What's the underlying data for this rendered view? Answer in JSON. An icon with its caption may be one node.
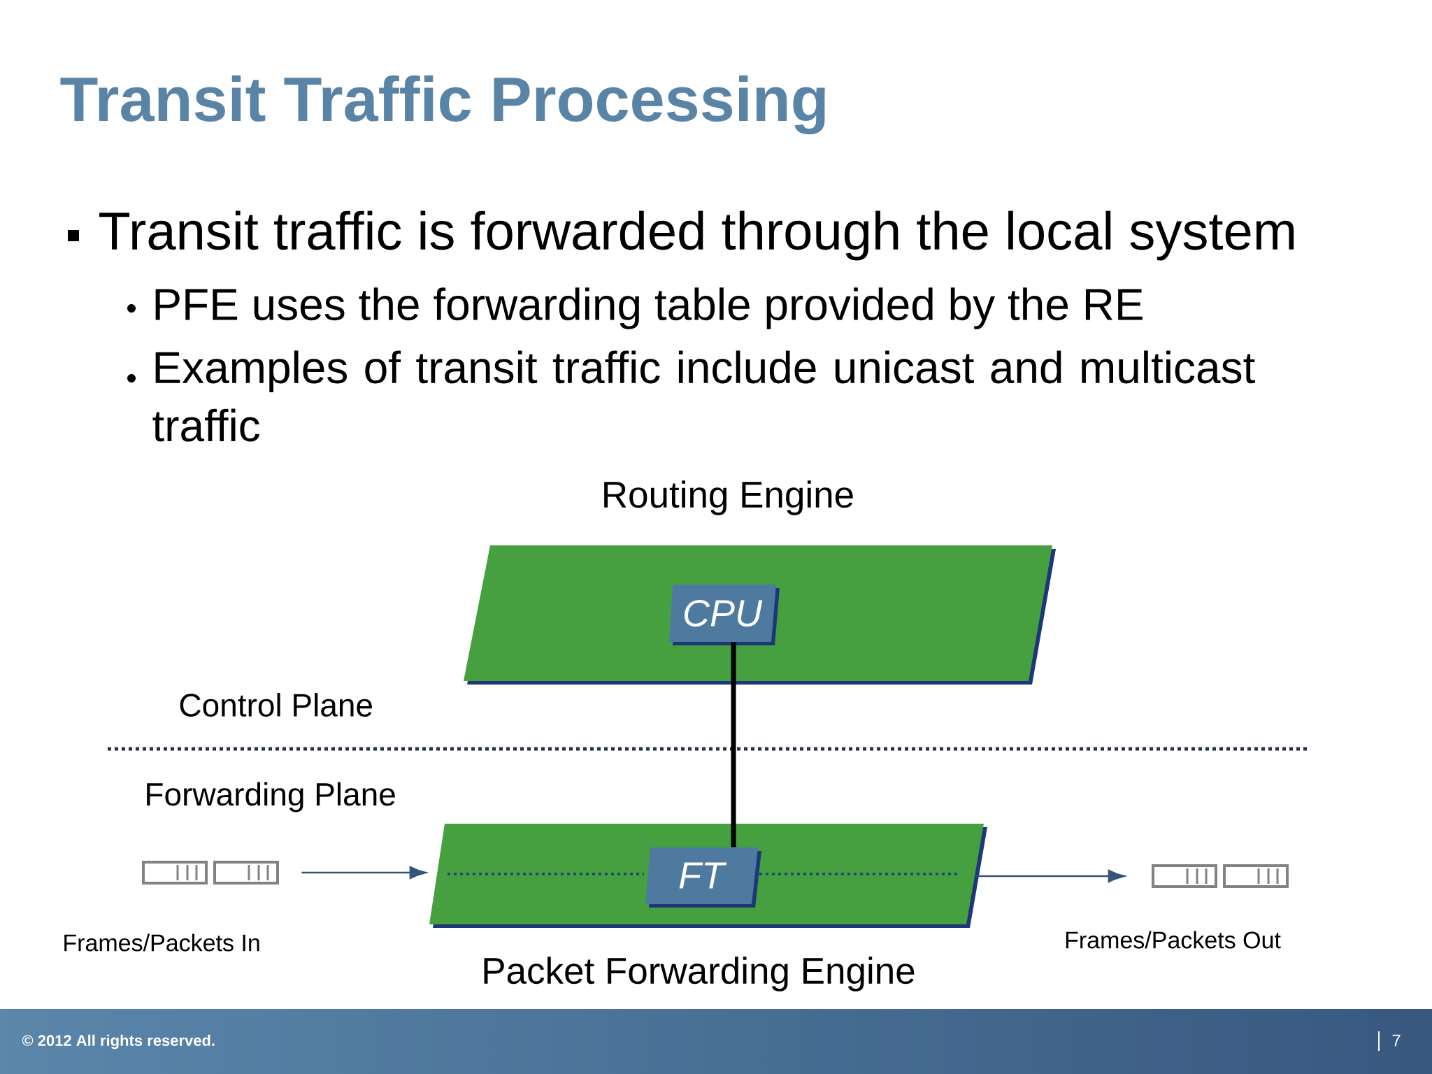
{
  "diagram": {
    "title": "Transit Traffic Processing",
    "nodes": [
      {
        "text": [
          "Routing Engine"
        ]
      },
      {
        "text": [
          "CPU"
        ],
        "in": 0
      },
      {
        "text": [
          "Packet Forwarding Engine"
        ]
      },
      {
        "text": [
          "FT"
        ],
        "in": 2
      },
      {
        "text": [],
        "shape": "box",
        "beside": [
          "Frames/Packets In"
        ]
      },
      {
        "text": [],
        "shape": "box",
        "beside": [
          "Frames/Packets Out"
        ]
      }
    ],
    "edges": [
      {
        "from": 1,
        "to": 3,
        "arrow": "none",
        "style": "thick",
        "color": "#000000"
      },
      {
        "from": 4,
        "to": 2,
        "arrow": "to"
      },
      {
        "from": 2,
        "to": 5,
        "arrow": "to"
      }
    ],
    "labels": [
      "Transit traffic is forwarded through the local system",
      "PFE uses the forwarding table provided by the RE",
      "Examples of transit traffic include unicast and multicast traffic",
      "Control Plane",
      "Forwarding Plane",
      "© 2012 All rights reserved.",
      "7"
    ]
  }
}
